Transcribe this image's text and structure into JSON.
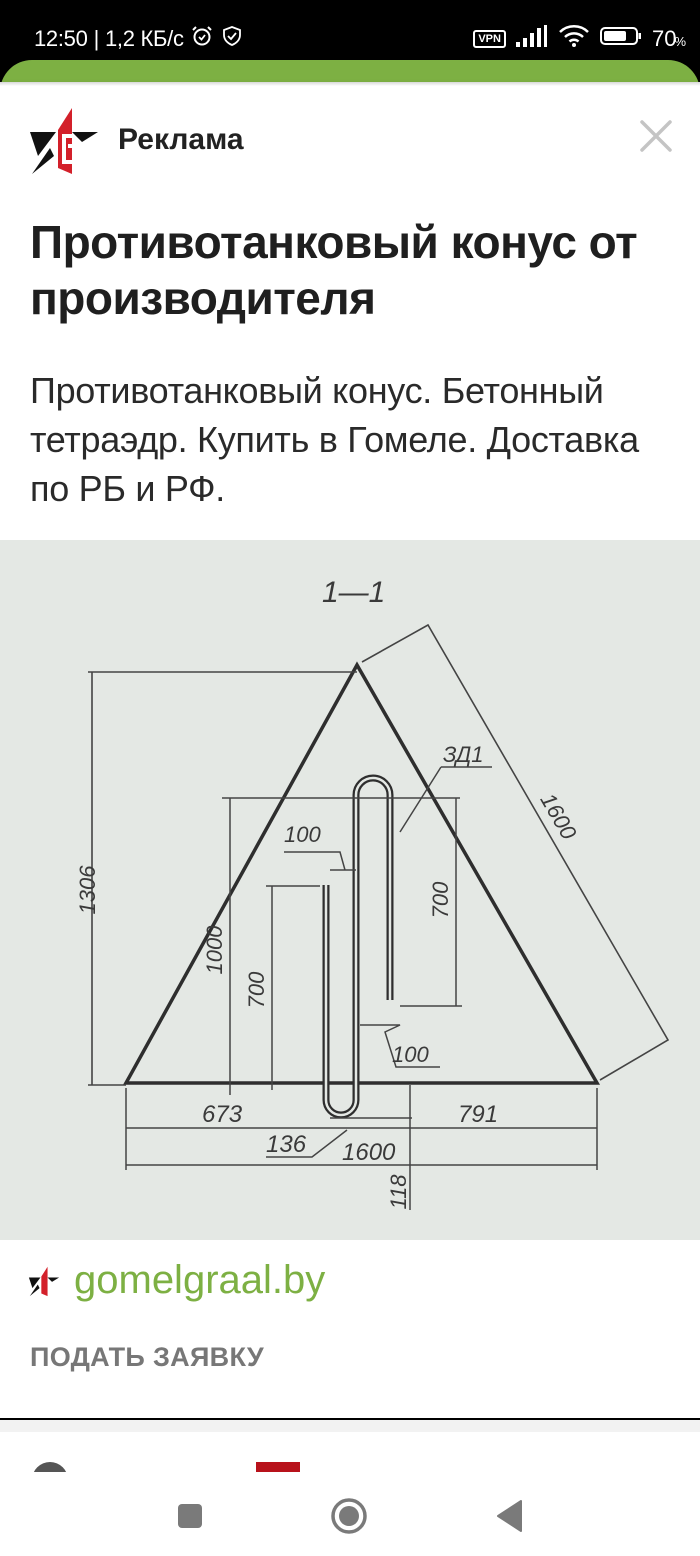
{
  "status_bar": {
    "time": "12:50",
    "separator": "|",
    "net_speed": "1,2 КБ/с",
    "icons": [
      "alarm-icon",
      "shield-check-icon",
      "vpn-icon",
      "signal-icon",
      "wifi-icon",
      "battery-icon"
    ],
    "vpn_label": "VPN",
    "battery_percent": "70",
    "battery_unit": "%"
  },
  "ad": {
    "label": "Реклама",
    "title": "Противотанковый конус от производителя",
    "description": "Противотанковый конус. Бетонный тетраэдр. Купить в Гомеле. Доставка по РБ и РФ.",
    "domain": "gomelgraal.by",
    "cta": "ПОДАТЬ ЗАЯВКУ",
    "brand_colors": {
      "green": "#7db043",
      "red": "#d3202a",
      "black": "#111111"
    },
    "image": {
      "section_label": "1—1",
      "rebar_mark": "ЗД1",
      "dimensions": {
        "height_total": "1306",
        "side": "1600",
        "rebar_loop_height": "1000",
        "rebar_short_height": "700",
        "rebar_long_leg": "700",
        "offset_top": "100",
        "offset_bottom": "100",
        "left_base": "673",
        "right_base": "791",
        "gap": "136",
        "base_total": "1600",
        "embed_depth": "118"
      }
    }
  },
  "navigation": {
    "recent_label": "Recent apps",
    "home_label": "Home",
    "back_label": "Back"
  }
}
